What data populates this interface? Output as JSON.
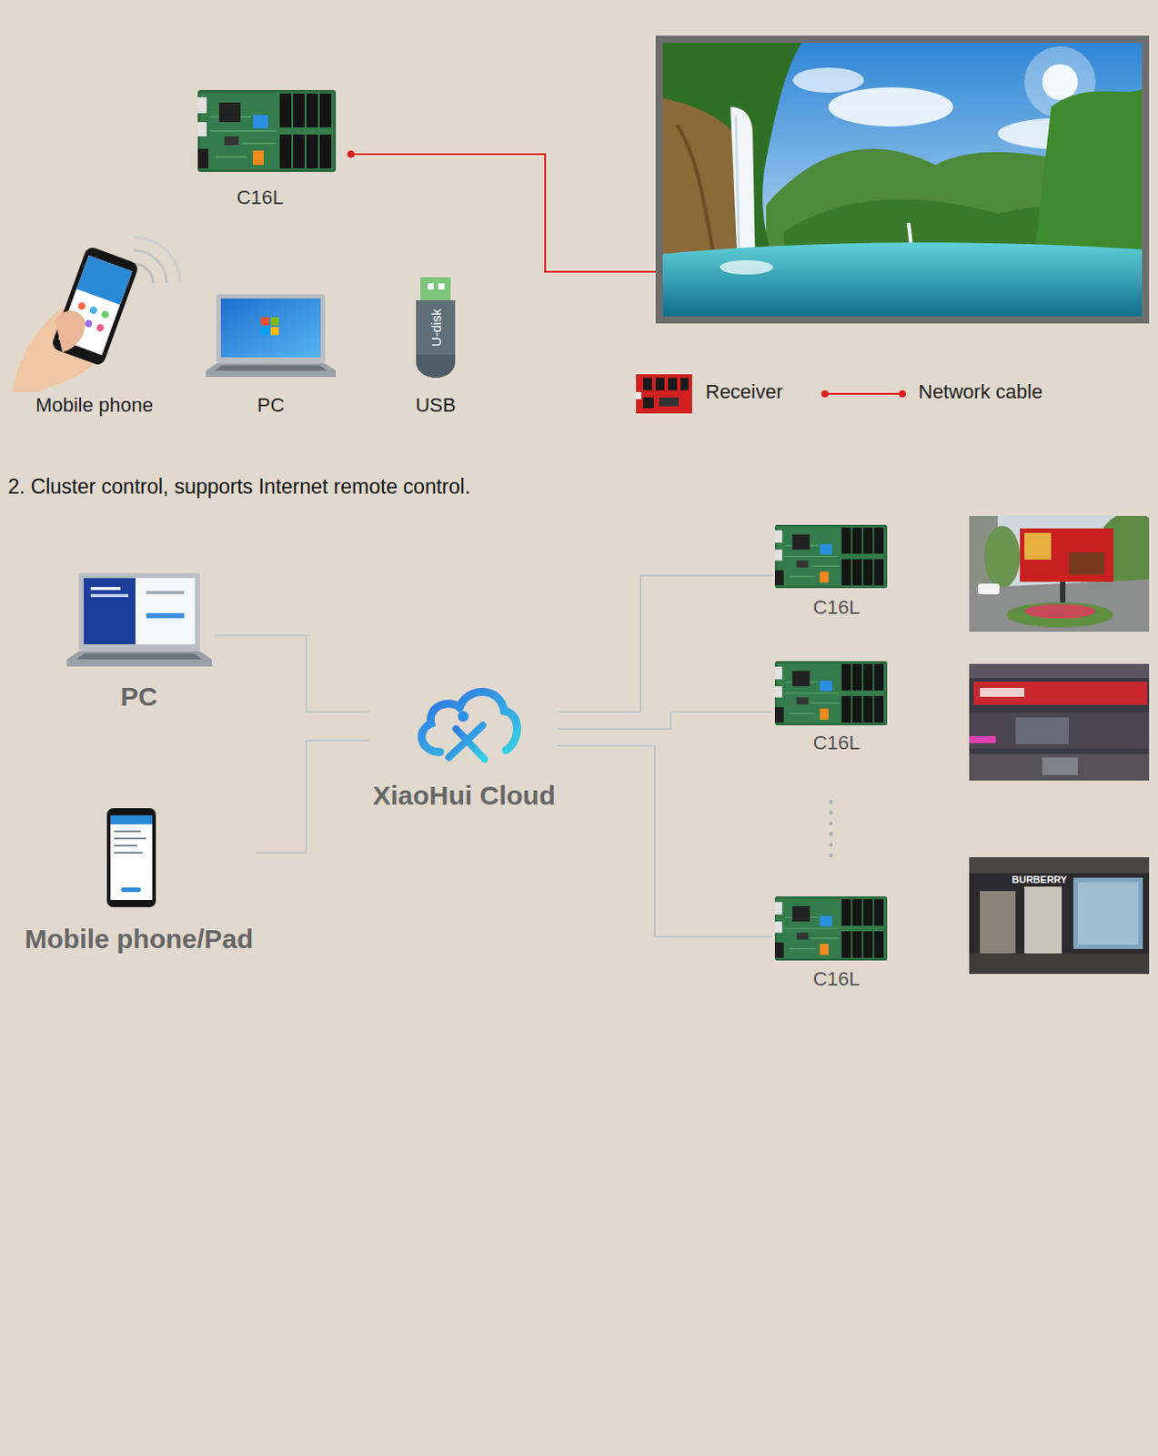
{
  "diagram": {
    "title": "2. Cluster control, supports Internet remote control.",
    "nodes": [
      {
        "text": [
          "C16L"
        ]
      },
      {
        "text": [
          "Mobile phone"
        ]
      },
      {
        "text": [
          "PC"
        ]
      },
      {
        "text": [
          "U-disk",
          "USB"
        ]
      },
      {
        "text": [
          "PC"
        ]
      },
      {
        "text": [
          "Mobile phone/Pad"
        ]
      },
      {
        "text": [
          "XiaoHui Cloud"
        ]
      },
      {
        "text": [
          "C16L"
        ]
      },
      {
        "text": [
          "C16L"
        ]
      },
      {
        "text": [
          "C16L"
        ]
      }
    ],
    "edges": [
      {
        "from": 4,
        "to": 6,
        "arrow": "none"
      },
      {
        "from": 5,
        "to": 6,
        "arrow": "none"
      },
      {
        "from": 6,
        "to": 7,
        "arrow": "none"
      },
      {
        "from": 6,
        "to": 8,
        "arrow": "none"
      },
      {
        "from": 6,
        "to": 9,
        "arrow": "none"
      }
    ],
    "labels": [
      "BURBERRY"
    ],
    "legend": [
      {
        "text": "Receiver"
      },
      {
        "text": "Network cable"
      }
    ]
  }
}
